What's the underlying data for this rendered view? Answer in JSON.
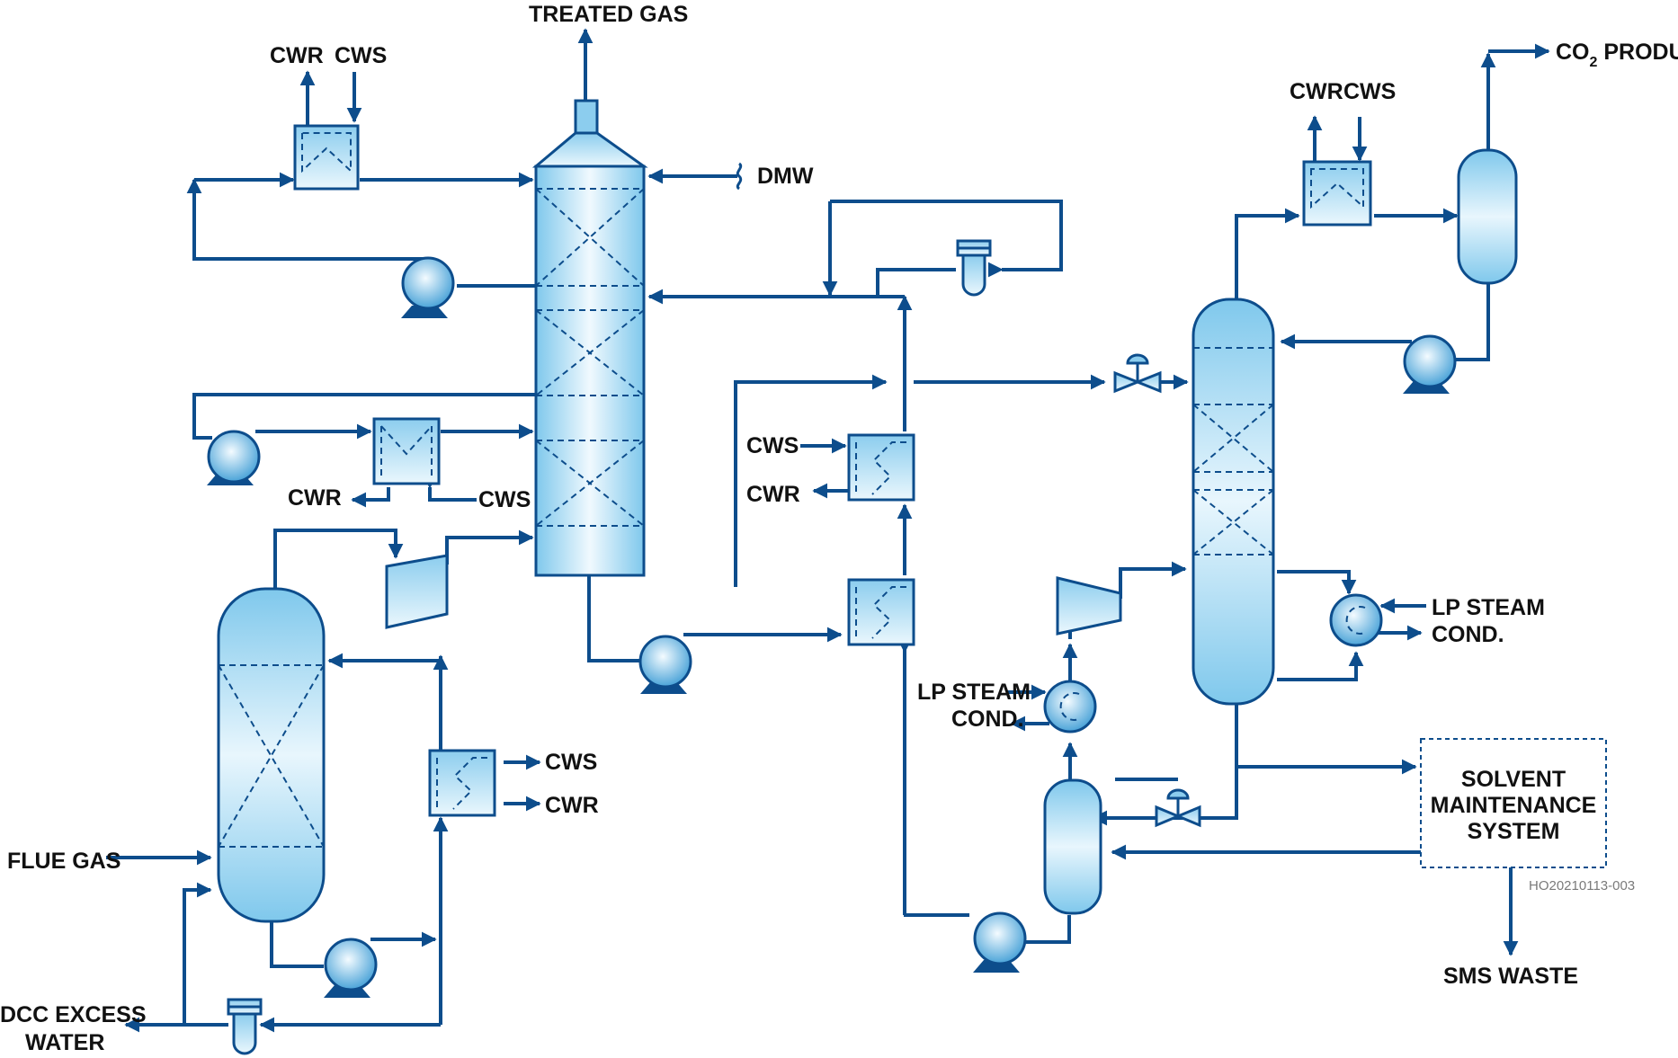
{
  "labels": {
    "treated_gas": "TREATED GAS",
    "cwr_top": "CWR",
    "cws_top": "CWS",
    "dmw": "DMW",
    "cwr_mid_left": "CWR",
    "cws_mid_left": "CWS",
    "cws_mid": "CWS",
    "cwr_mid": "CWR",
    "cws_dcc": "CWS",
    "cwr_dcc": "CWR",
    "flue_gas": "FLUE GAS",
    "dcc_excess_water_1": "DCC EXCESS",
    "dcc_excess_water_2": "WATER",
    "cwr_right": "CWR",
    "cws_right": "CWS",
    "co2_prefix": "CO",
    "co2_sub": "2",
    "co2_suffix": " PRODUCT",
    "lp_steam_right_1": "LP STEAM",
    "lp_steam_right_2": "COND.",
    "lp_steam_left_1": "LP STEAM",
    "lp_steam_left_2": "COND.",
    "sms_1": "SOLVENT",
    "sms_2": "MAINTENANCE",
    "sms_3": "SYSTEM",
    "sms_waste": "SMS WASTE",
    "figure_id": "HO20210113-003"
  },
  "colors": {
    "pipe": "#0d4d8c",
    "equipment_light": "#e6f5fd",
    "equipment_dark": "#7fc8ec",
    "text": "#111111"
  }
}
